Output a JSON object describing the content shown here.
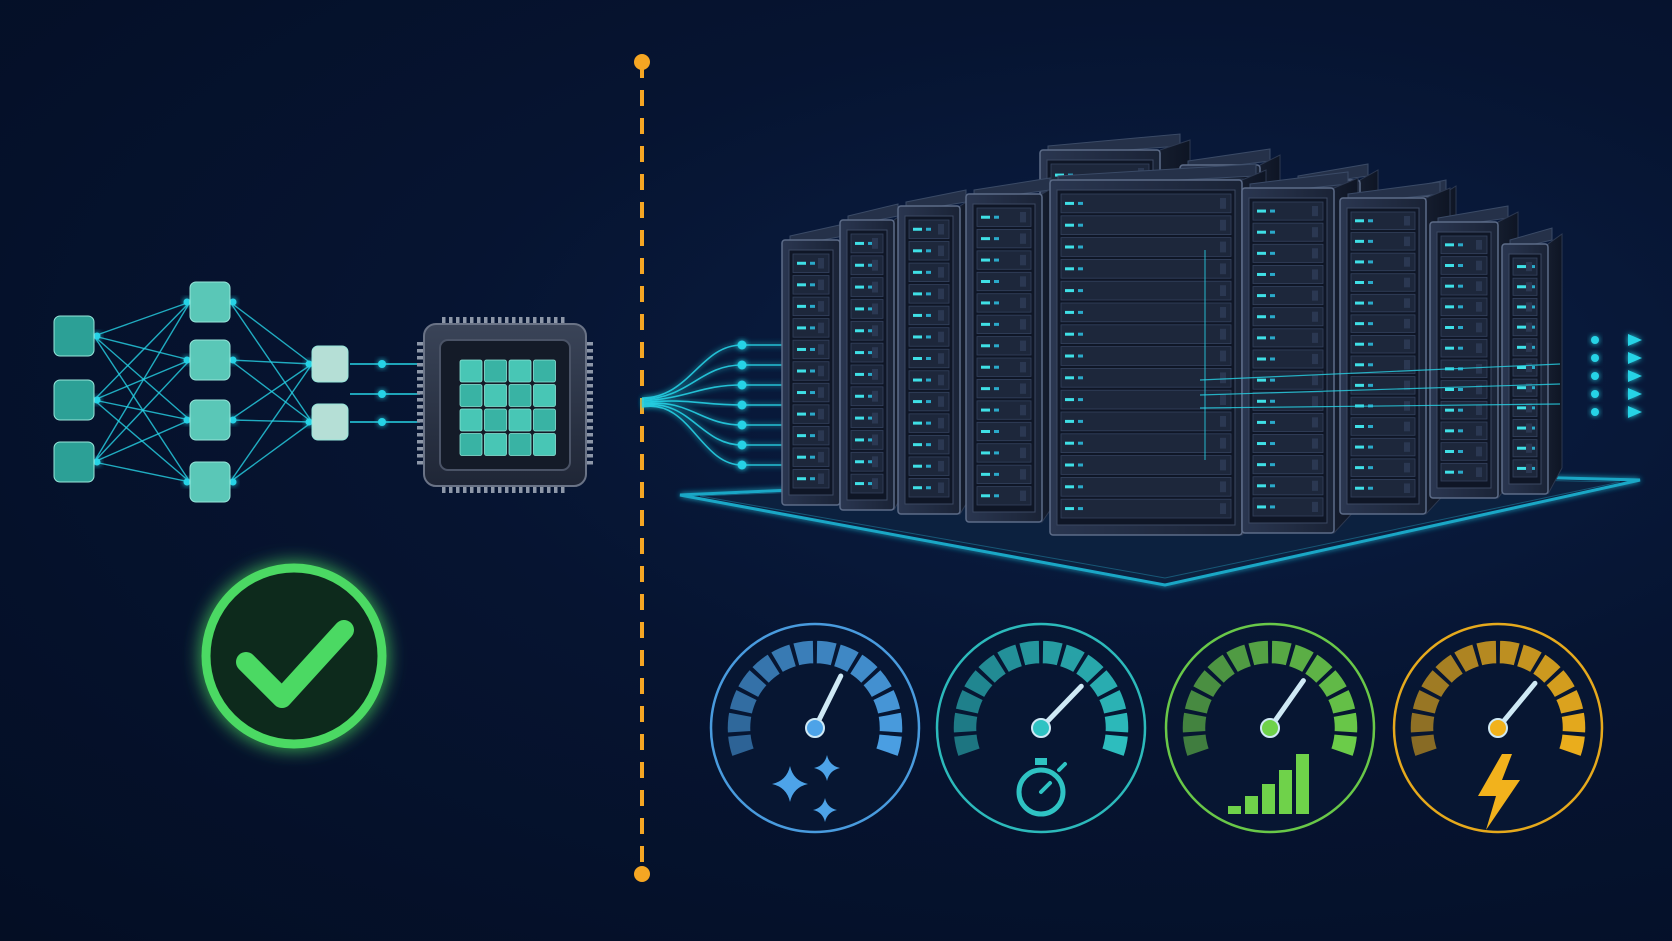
{
  "colors": {
    "background": "#05122b",
    "accent_cyan": "#27d3e6",
    "node_teal": "#2fa89c",
    "node_teal_light": "#5fd1bf",
    "node_mint": "#bfeadf",
    "divider_orange": "#f5a623",
    "check_green": "#4cd964",
    "server_body": "#1c2638",
    "floor_glow": "#1fb7d6"
  },
  "neural_network": {
    "layers": [
      3,
      4,
      2
    ]
  },
  "gauges": [
    {
      "name": "quality-gauge",
      "icon": "sparkles-icon",
      "color": "#4da3e8",
      "level": 0.62
    },
    {
      "name": "latency-gauge",
      "icon": "stopwatch-icon",
      "color": "#2fc3c3",
      "level": 0.7
    },
    {
      "name": "throughput-gauge",
      "icon": "bar-chart-icon",
      "color": "#6fd24a",
      "level": 0.66
    },
    {
      "name": "power-gauge",
      "icon": "lightning-bolt-icon",
      "color": "#f2b21c",
      "level": 0.68
    }
  ],
  "status": {
    "icon": "checkmark-icon"
  }
}
